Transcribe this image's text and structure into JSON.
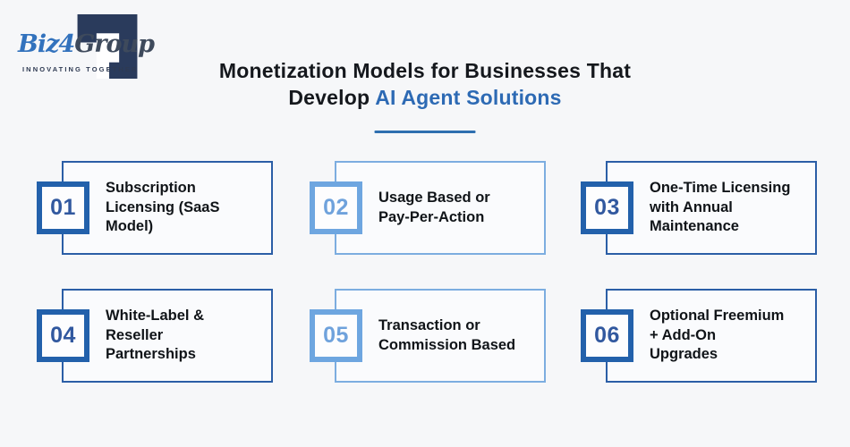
{
  "logo": {
    "brand_blue_text": "Biz4",
    "brand_dark_text": "Group",
    "tagline": "INNOVATING TOGETHER",
    "mark_icon": "stepped-square-frame",
    "colors": {
      "mark_navy": "#2a3b5c",
      "brand_blue": "#3272bd",
      "brand_dark": "#3e4a5c"
    }
  },
  "header": {
    "title_line1": "Monetization Models for Businesses That",
    "title_line2_prefix": "Develop",
    "title_line2_highlight": "AI Agent Solutions",
    "highlight_color": "#2d6ab4",
    "underline_color": "#2e6fb0"
  },
  "cards": [
    {
      "number": "01",
      "label": "Subscription Licensing (SaaS Model)",
      "lines": [
        "Subscription",
        "Licensing (SaaS",
        "Model)"
      ],
      "theme": "dark"
    },
    {
      "number": "02",
      "label": "Usage Based or Pay-Per-Action",
      "lines": [
        "Usage Based or",
        "Pay-Per-Action"
      ],
      "theme": "light"
    },
    {
      "number": "03",
      "label": "One-Time Licensing with Annual Maintenance",
      "lines": [
        "One-Time Licensing",
        "with Annual",
        "Maintenance"
      ],
      "theme": "dark"
    },
    {
      "number": "04",
      "label": "White-Label & Reseller Partnerships",
      "lines": [
        "White-Label &",
        "Reseller",
        "Partnerships"
      ],
      "theme": "dark"
    },
    {
      "number": "05",
      "label": "Transaction or Commission Based",
      "lines": [
        "Transaction or",
        "Commission Based"
      ],
      "theme": "light"
    },
    {
      "number": "06",
      "label": "Optional Freemium + Add-On Upgrades",
      "lines": [
        "Optional Freemium",
        "+ Add-On",
        "Upgrades"
      ],
      "theme": "dark"
    }
  ],
  "theme_colors": {
    "background": "#f6f7f9",
    "card_background": "#fafbfd",
    "dark_border_blue": "#2b5ea6",
    "light_border_blue": "#7cade0",
    "dark_number_blue": "#31589f",
    "light_number_blue": "#6fa2dc",
    "text_dark": "#101418"
  }
}
